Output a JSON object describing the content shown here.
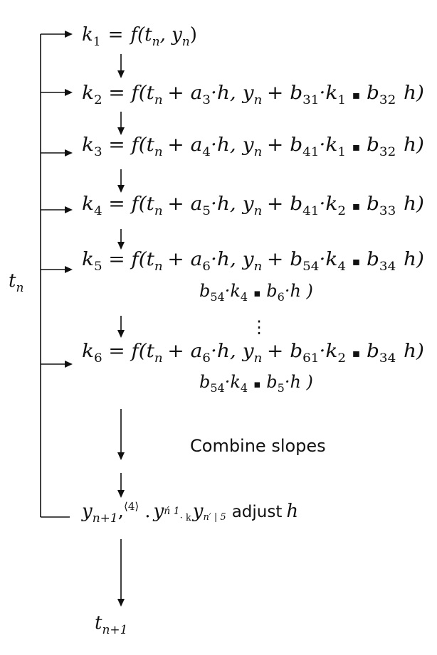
{
  "side_label": "t_n",
  "side_label_base": "t",
  "side_label_sub": "n",
  "equations": [
    {
      "k": "k",
      "k_sub": "1",
      "eq": "=",
      "body": "f(t",
      "t_sub": "n",
      "rest": ", y",
      "y_sub": "n",
      "close": ")"
    },
    {
      "k": "k",
      "k_sub": "2",
      "eq": "=",
      "f": "f(t",
      "t_sub": "n",
      "a": "+ a",
      "a_sub": "3",
      "ah": "·h, y",
      "y_sub": "n",
      "b": "+ b",
      "b_sub": "31",
      "bk": "·k",
      "bk_sub": "1",
      "dot": "▪",
      "c": "b",
      "c_sub": "32",
      "tail": "h)"
    },
    {
      "k": "k",
      "k_sub": "3",
      "eq": "=",
      "f": "f(t",
      "t_sub": "n",
      "a": "+ a",
      "a_sub": "4",
      "ah": "·h, y",
      "y_sub": "n",
      "b": "+ b",
      "b_sub": "41",
      "bk": "·k",
      "bk_sub": "1",
      "dot": "▪",
      "c": "b",
      "c_sub": "32",
      "tail": "h)"
    },
    {
      "k": "k",
      "k_sub": "4",
      "eq": "=",
      "f": "f(t",
      "t_sub": "n",
      "a": "+ a",
      "a_sub": "5",
      "ah": "·h, y",
      "y_sub": "n",
      "b": "+ b",
      "b_sub": "41",
      "bk": "·k",
      "bk_sub": "2",
      "dot": "▪",
      "c": "b",
      "c_sub": "33",
      "tail": "h)"
    },
    {
      "k": "k",
      "k_sub": "5",
      "eq": "=",
      "f": "f(t",
      "t_sub": "n",
      "a": "+ a",
      "a_sub": "6",
      "ah": "·h, y",
      "y_sub": "n",
      "b": "+ b",
      "b_sub": "54",
      "bk": "·k",
      "bk_sub": "4",
      "dot": "▪",
      "c": "b",
      "c_sub": "34",
      "tail": "h)",
      "line2": {
        "b": "b",
        "b_sub": "54",
        "bk": "·k",
        "bk_sub": "4",
        "dot": "▪",
        "c": "b",
        "c_sub": "6",
        "tail": "·h )"
      }
    },
    {
      "k": "k",
      "k_sub": "6",
      "eq": "=",
      "f": "f(t",
      "t_sub": "n",
      "a": "+ a",
      "a_sub": "6",
      "ah": "·h, y",
      "y_sub": "n",
      "b": "+ b",
      "b_sub": "61",
      "bk": "·k",
      "bk_sub": "2",
      "dot": "▪",
      "c": "b",
      "c_sub": "34",
      "tail": "h)",
      "line2": {
        "b": "b",
        "b_sub": "54",
        "bk": "·k",
        "bk_sub": "4",
        "dot": "▪",
        "c": "b",
        "c_sub": "5",
        "tail": "·h )"
      }
    }
  ],
  "vdots": "⋮",
  "combine_label": "Combine slopes",
  "final": {
    "y": "y",
    "y_sub": "n+1",
    "comma": ",",
    "order": "⟨4⟩",
    "dot": ".",
    "y2": "y",
    "y2_sub": "ń 1",
    "sep": "· k",
    "y3": "y",
    "y3_sub": "n′ | 5",
    "adjust": "adjust",
    "h": "h"
  },
  "bottom_label_base": "t",
  "bottom_label_sub": "n+1"
}
